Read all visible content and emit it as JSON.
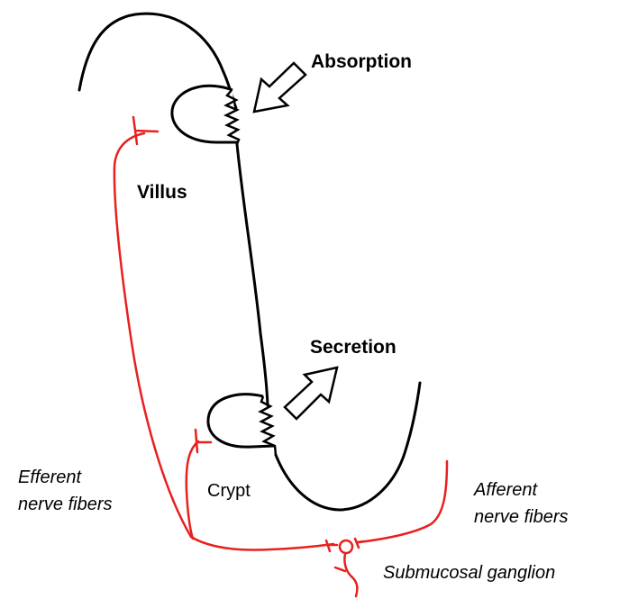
{
  "labels": {
    "absorption": "Absorption",
    "secretion": "Secretion",
    "villus": "Villus",
    "crypt": "Crypt",
    "efferent_line1": "Efferent",
    "efferent_line2": "nerve fibers",
    "afferent_line1": "Afferent",
    "afferent_line2": "nerve fibers",
    "ganglion": "Submucosal ganglion"
  },
  "colors": {
    "epithelium": "#000000",
    "nerve": "#e8201e",
    "background": "#ffffff"
  },
  "icons": {
    "absorption_arrow": "hollow-arrow-down-left",
    "secretion_arrow": "hollow-arrow-up-right"
  }
}
